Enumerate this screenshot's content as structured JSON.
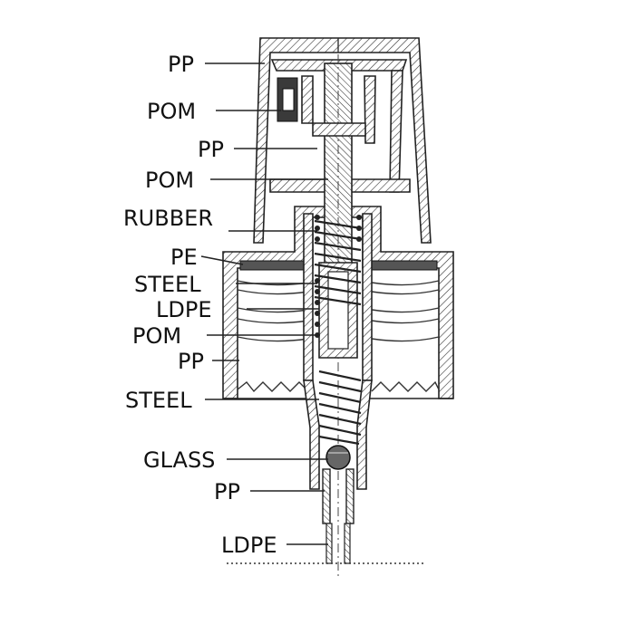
{
  "labels": {
    "pp_top": "PP",
    "pom_1": "POM",
    "pp_2": "PP",
    "pom_2": "POM",
    "rubber": "RUBBER",
    "pe": "PE",
    "steel_1": "STEEL",
    "ldpe_1": "LDPE",
    "pom_3": "POM",
    "pp_3": "PP",
    "steel_2": "STEEL",
    "glass": "GLASS",
    "pp_4": "PP",
    "ldpe_2": "LDPE"
  }
}
